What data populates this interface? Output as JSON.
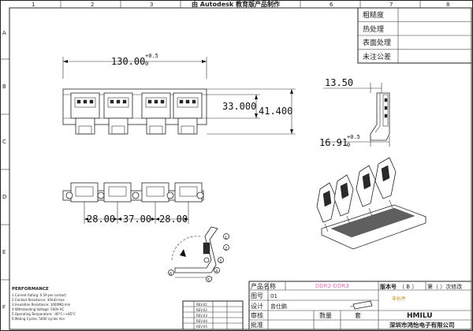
{
  "header": {
    "title": "由 Autodesk 教育版产品制作"
  },
  "grid": {
    "columns": [
      "1",
      "2",
      "3",
      "4",
      "5",
      "6",
      "7",
      "8"
    ],
    "rows": [
      "A",
      "B",
      "C",
      "D",
      "E",
      "F"
    ]
  },
  "specs": {
    "items": [
      "粗糙度",
      "热处理",
      "表面处理",
      "未注公差"
    ]
  },
  "dimensions": {
    "width_main": "130.00",
    "width_tol_up": "+0.5",
    "width_tol_low": "0",
    "height_inner": "33.000",
    "height_outer": "41.400",
    "side_top": "13.50",
    "side_bottom": "16.91",
    "side_tol_up": "+0.5",
    "side_tol_low": "0",
    "pitch_1": "28.00",
    "pitch_2": "37.00",
    "pitch_3": "28.00"
  },
  "detail_balloons": [
    "1",
    "2",
    "3",
    "4",
    "5",
    "6"
  ],
  "notes": {
    "heading": "PERFORMANCE",
    "lines": [
      "1.Current Rating: 0.5A per contact",
      "2.Contact Resistance: 30mΩ max",
      "3.Insulation Resistance: 1000MΩ min",
      "4.Withstanding Voltage: 500V AC",
      "5.Operating Temperature: -40°C~+85°C",
      "6.Mating Cycles: 5000 cycles min"
    ]
  },
  "title_block": {
    "part_name_label": "产品名称",
    "part_name_value": "DDR2-DDR3",
    "drawing_no_label": "图号",
    "drawing_no_value": "01",
    "revision_label": "版本号",
    "revision_value": "（ B ）",
    "page_label": "第（ ）次修改",
    "design_label": "设计",
    "design_value": "曾仕鹏",
    "check_label": "审核",
    "approve_label": "批准",
    "quantity_label": "数量",
    "unit_label": "套",
    "material_value": "非标件",
    "brand": "HMILU",
    "company": "深圳市鸿怡电子有限公司"
  },
  "revision_table": {
    "rows": [
      "REV.01",
      "REV.02",
      "REV.03",
      "REV.04",
      "REV.05"
    ]
  }
}
